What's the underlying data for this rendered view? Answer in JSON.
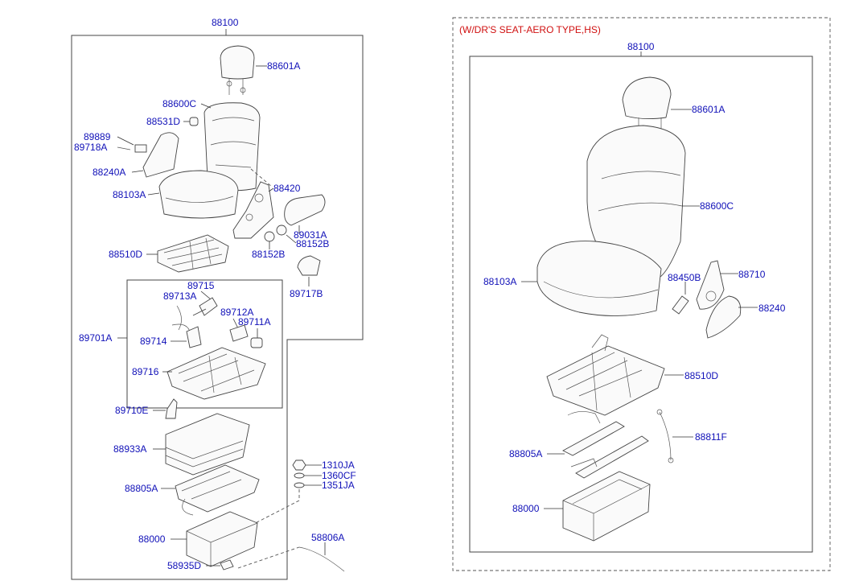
{
  "left_panel": {
    "assembly_label": "88100",
    "parts": {
      "headrest": "88601A",
      "backrest": "88600C",
      "guide": "88531D",
      "cover_small": "89889",
      "belt": "89718A",
      "side_cover": "88240A",
      "cushion": "88103A",
      "recliner": "88420",
      "knob_cover": "89031A",
      "cap_right": "88152B",
      "cap_left": "88152B",
      "track": "88510D",
      "switch": "89717B",
      "pump": "89715",
      "lifter_a": "89713A",
      "lifter_b": "89712A",
      "lifter_c": "89711A",
      "suspension_group": "89701A",
      "valve": "89714",
      "base_frame": "89716",
      "bracket": "89710E",
      "base_cover": "88933A",
      "slide_rail": "88805A",
      "nut": "1310JA",
      "washer_a": "1360CF",
      "washer_b": "1351JA",
      "riser": "88000",
      "cable": "58806A",
      "bolt": "58935D"
    }
  },
  "right_panel": {
    "title": "(W/DR'S SEAT-AERO TYPE,HS)",
    "assembly_label": "88100",
    "parts": {
      "headrest": "88601A",
      "backrest": "88600C",
      "cushion": "88103A",
      "lever_small": "88450B",
      "lever": "88710",
      "side_cover": "88240",
      "track": "88510D",
      "slide_rail": "88805A",
      "strap": "88811F",
      "riser": "88000"
    }
  }
}
